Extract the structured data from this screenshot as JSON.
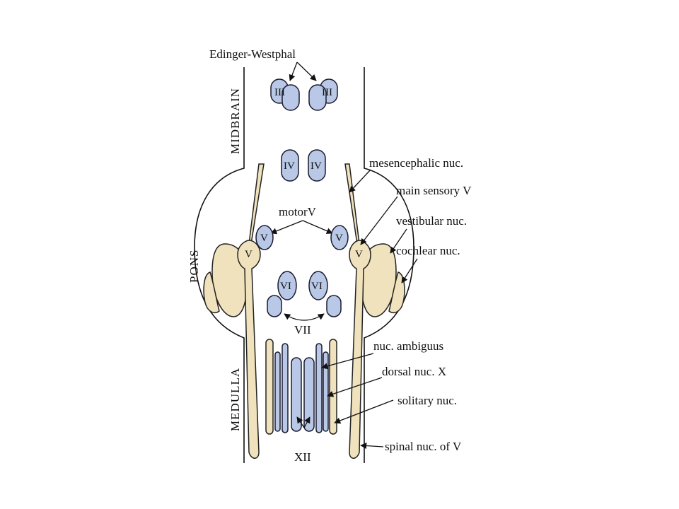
{
  "regions": {
    "midbrain": "MIDBRAIN",
    "pons": "PONS",
    "medulla": "MEDULLA"
  },
  "labels": {
    "edinger_westphal": "Edinger-Westphal",
    "motor_v": "motorV",
    "vii": "VII",
    "xii": "XII",
    "mesencephalic": "mesencephalic nuc.",
    "main_sensory": "main sensory V",
    "vestibular": "vestibular nuc.",
    "cochlear": "cochlear nuc.",
    "ambiguus": "nuc. ambiguus",
    "dorsal_x": "dorsal nuc. X",
    "solitary": "solitary nuc.",
    "spinal_v": "spinal nuc. of V"
  },
  "nuclei": {
    "iii": "III",
    "iv": "IV",
    "v": "V",
    "vi": "VI"
  },
  "colors": {
    "motor_nucleus": "#b8c8e6",
    "sensory_nucleus": "#f0e2bd",
    "outline": "#111111"
  }
}
